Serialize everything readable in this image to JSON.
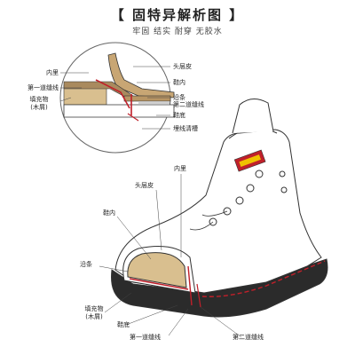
{
  "header": {
    "title": "【 固特异解析图 】",
    "subtitle": "牢固  结实 耐穿 无胶水"
  },
  "inset_labels": {
    "inner_lining": "内里",
    "first_welt_stitch": "第一道缝线",
    "filler_line1": "填充物",
    "filler_line2": "(木屑)",
    "top_grain_leather": "头层皮",
    "insole": "鞋内",
    "welt": "沿条",
    "second_welt_stitch": "第二道缝线",
    "outsole": "鞋底",
    "stitch_groove": "埋线清槽"
  },
  "boot_labels": {
    "inner_lining": "内里",
    "top_grain_leather": "头层皮",
    "insole": "鞋内",
    "welt": "沿条",
    "filler_line1": "填充物",
    "filler_line2": "(木屑)",
    "outsole": "鞋底",
    "first_welt_stitch": "第一道缝线",
    "second_welt_stitch": "第二道缝线"
  },
  "colors": {
    "leather": "#c8a674",
    "cork": "#d9bf8f",
    "welt_red": "#c0202a",
    "sole": "#2b2b2b",
    "outline": "#333333"
  }
}
